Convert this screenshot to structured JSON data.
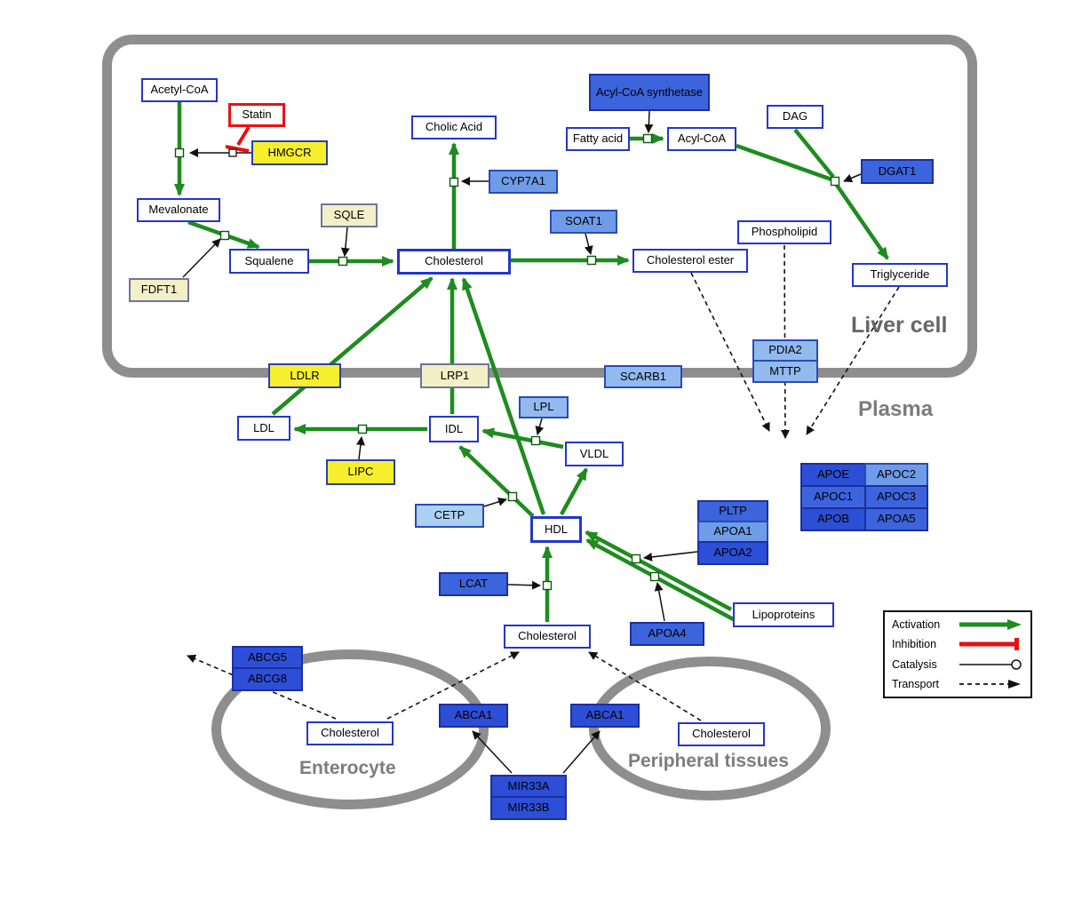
{
  "compartments": {
    "liver_label": "Liver cell",
    "plasma_label": "Plasma",
    "enterocyte_label": "Enterocyte",
    "peripheral_label": "Peripheral tissues"
  },
  "legend": {
    "activation": "Activation",
    "inhibition": "Inhibition",
    "catalysis": "Catalysis",
    "transport": "Transport"
  },
  "colors": {
    "activation_green": "#1e8c1e",
    "inhibition_red": "#ee1111",
    "membrane_gray": "#8e8e8e",
    "metabolite_border_blue": "#2336cc",
    "gene_yellow": "#f7ef2d",
    "gene_pale_yellow": "#f3efc6",
    "gene_blue_dark": "#2d4ed6",
    "gene_blue": "#3c64dd",
    "gene_blue_mid": "#6f9ce8",
    "gene_blue_light": "#93baee",
    "gene_blue_pale": "#abd1f2"
  },
  "nodes": {
    "acetyl_coa": {
      "label": "Acetyl-CoA"
    },
    "statin": {
      "label": "Statin"
    },
    "hmgcr": {
      "label": "HMGCR"
    },
    "mevalonate": {
      "label": "Mevalonate"
    },
    "fdft1": {
      "label": "FDFT1"
    },
    "squalene": {
      "label": "Squalene"
    },
    "sqle": {
      "label": "SQLE"
    },
    "cholesterol_liver": {
      "label": "Cholesterol"
    },
    "cholic_acid": {
      "label": "Cholic Acid"
    },
    "cyp7a1": {
      "label": "CYP7A1"
    },
    "soat1": {
      "label": "SOAT1"
    },
    "cholesterol_ester": {
      "label": "Cholesterol ester"
    },
    "acyl_coa_synthetase": {
      "label": "Acyl-CoA synthetase"
    },
    "fatty_acid": {
      "label": "Fatty acid"
    },
    "acyl_coa": {
      "label": "Acyl-CoA"
    },
    "dag": {
      "label": "DAG"
    },
    "dgat1": {
      "label": "DGAT1"
    },
    "phospholipid": {
      "label": "Phospholipid"
    },
    "triglyceride": {
      "label": "Triglyceride"
    },
    "pdia2": {
      "label": "PDIA2"
    },
    "mttp": {
      "label": "MTTP"
    },
    "ldlr": {
      "label": "LDLR"
    },
    "lrp1": {
      "label": "LRP1"
    },
    "scarb1": {
      "label": "SCARB1"
    },
    "ldl": {
      "label": "LDL"
    },
    "idl": {
      "label": "IDL"
    },
    "lipc": {
      "label": "LIPC"
    },
    "lpl": {
      "label": "LPL"
    },
    "vldl": {
      "label": "VLDL"
    },
    "cetp": {
      "label": "CETP"
    },
    "hdl": {
      "label": "HDL"
    },
    "lcat": {
      "label": "LCAT"
    },
    "pltp": {
      "label": "PLTP"
    },
    "apoa1": {
      "label": "APOA1"
    },
    "apoa2": {
      "label": "APOA2"
    },
    "apoa4": {
      "label": "APOA4"
    },
    "lipoproteins": {
      "label": "Lipoproteins"
    },
    "apoe": {
      "label": "APOE"
    },
    "apoc2": {
      "label": "APOC2"
    },
    "apoc1": {
      "label": "APOC1"
    },
    "apoc3": {
      "label": "APOC3"
    },
    "apob": {
      "label": "APOB"
    },
    "apoa5": {
      "label": "APOA5"
    },
    "cholesterol_plasma": {
      "label": "Cholesterol"
    },
    "abcg5": {
      "label": "ABCG5"
    },
    "abcg8": {
      "label": "ABCG8"
    },
    "cholesterol_enterocyte": {
      "label": "Cholesterol"
    },
    "abca1_enterocyte": {
      "label": "ABCA1"
    },
    "abca1_peripheral": {
      "label": "ABCA1"
    },
    "cholesterol_peripheral": {
      "label": "Cholesterol"
    },
    "mir33a": {
      "label": "MIR33A"
    },
    "mir33b": {
      "label": "MIR33B"
    }
  }
}
